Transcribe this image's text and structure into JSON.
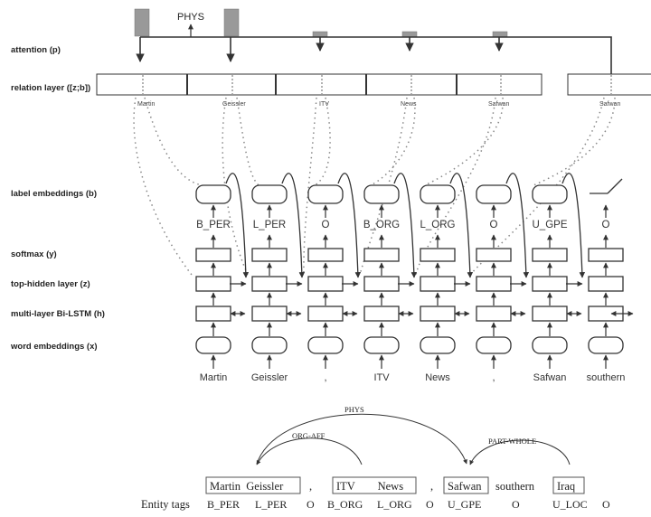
{
  "row_labels": {
    "attention": "attention (p)",
    "relation": "relation layer ([z;b])",
    "label_emb": "label embeddings (b)",
    "softmax": "softmax (y)",
    "top_hidden": "top-hidden layer (z)",
    "bilstm": "multi-layer Bi-LSTM (h)",
    "word_emb": "word embeddings (x)"
  },
  "attention_label": "PHYS",
  "relation_slots": [
    "Martin",
    "Geissler",
    "ITV",
    "News",
    "Safwan",
    "Safwan"
  ],
  "labels": [
    "B_PER",
    "L_PER",
    "O",
    "B_ORG",
    "L_ORG",
    "O",
    "U_GPE",
    "O"
  ],
  "words": [
    "Martin",
    "Geissler",
    ",",
    "ITV",
    "News",
    ",",
    "Safwan",
    "southern"
  ],
  "bottom": {
    "rel_phys": "PHYS",
    "rel_orgaff": "ORG-AFF",
    "rel_partwhole": "PART-WHOLE",
    "ent1": "Martin  Geissler",
    "comma1": ",",
    "ent2": "ITV        News",
    "comma2": ",",
    "ent3": "Safwan",
    "word_southern": "southern",
    "ent4": "Iraq",
    "row_title": "Entity tags",
    "tags": [
      "B_PER",
      "L_PER",
      "O",
      "B_ORG",
      "L_ORG",
      "O",
      "U_GPE",
      "O",
      "U_LOC",
      "O"
    ]
  },
  "colors": {
    "stroke": "#333333",
    "attention_bar": "#999999",
    "dots": "#888888"
  }
}
